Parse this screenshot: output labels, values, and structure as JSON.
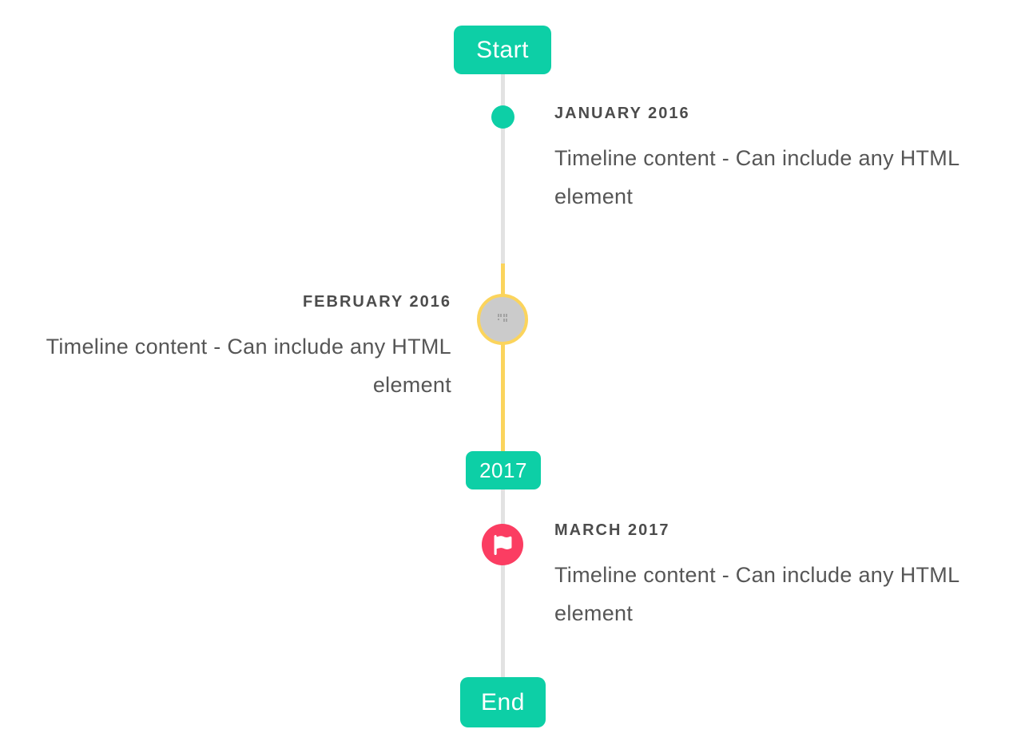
{
  "colors": {
    "page_bg": "#ffffff",
    "primary": "#0dcfa6",
    "accent_yellow": "#fbd45c",
    "accent_red": "#fb3d62",
    "line_gray": "#e2e2e2",
    "circle_gray": "#cbcbcb",
    "title_text": "#4c4c4c",
    "content_text": "#565656",
    "badge_text": "#ffffff"
  },
  "timeline": {
    "start_label": "Start",
    "period_label": "2017",
    "end_label": "End",
    "items": [
      {
        "title": "JANUARY 2016",
        "content": "Timeline content - Can include any HTML element",
        "side": "right",
        "marker": "teal-dot"
      },
      {
        "title": "FEBRUARY 2016",
        "content": "Timeline content - Can include any HTML element",
        "side": "left",
        "marker": "gray-circle-yellow-ring-broken-image"
      },
      {
        "title": "MARCH 2017",
        "content": "Timeline content - Can include any HTML element",
        "side": "right",
        "marker": "red-circle-flag"
      }
    ]
  }
}
